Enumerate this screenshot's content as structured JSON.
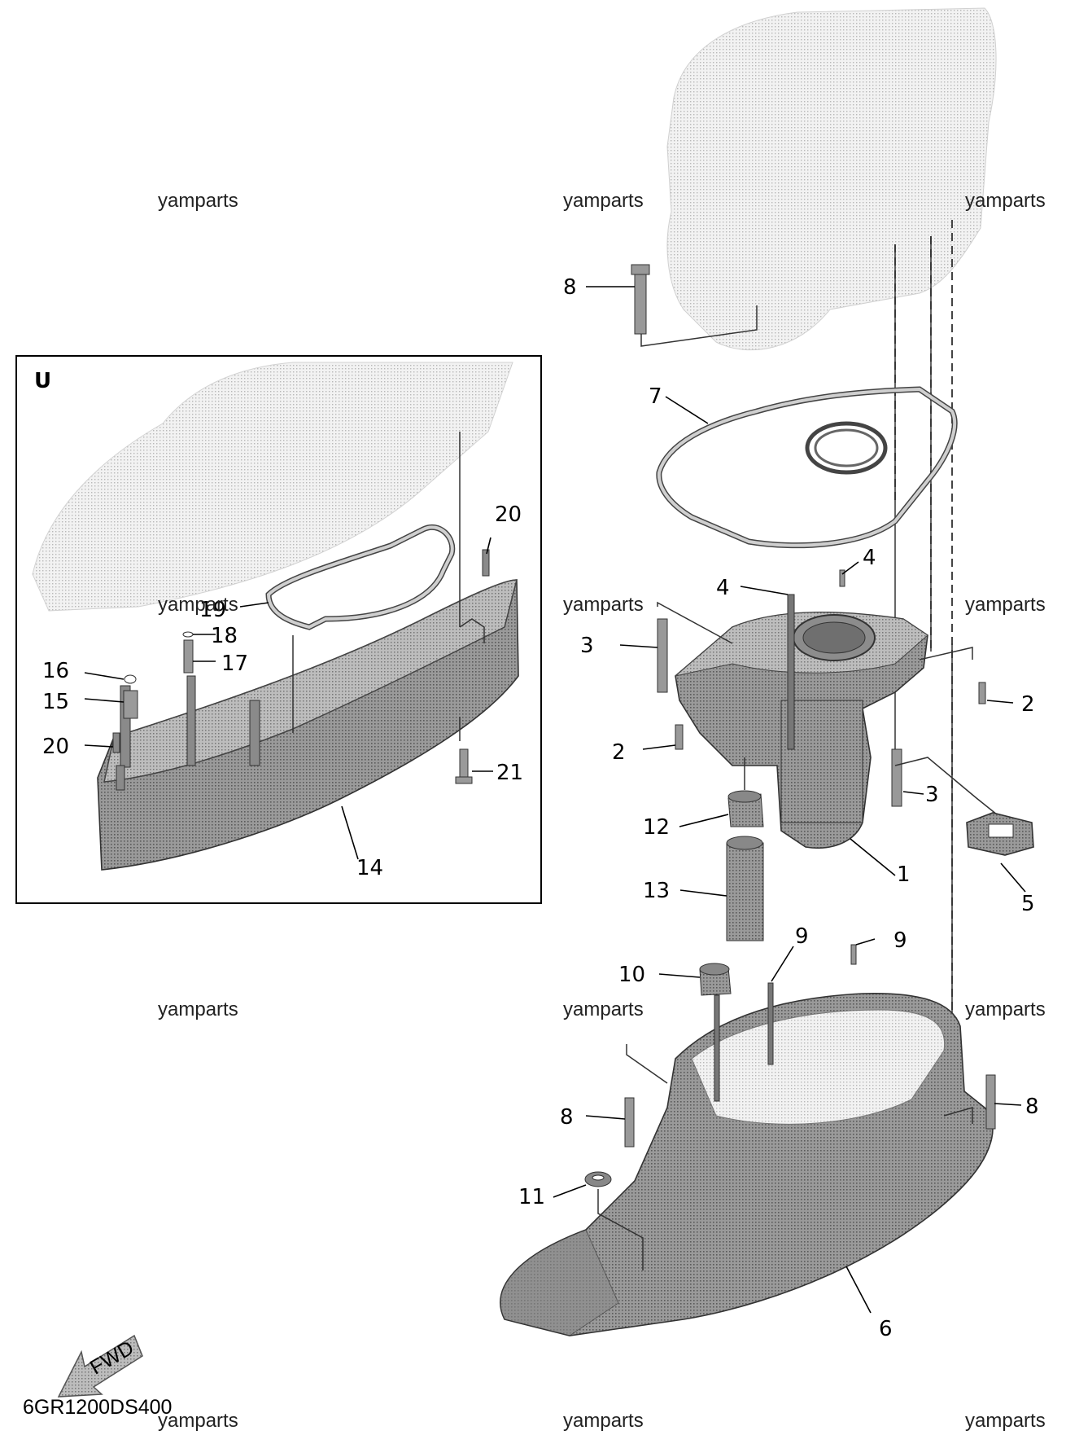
{
  "inset": {
    "label": "U",
    "callouts": [
      "14",
      "15",
      "16",
      "17",
      "18",
      "19",
      "20",
      "20",
      "21"
    ]
  },
  "callouts": {
    "c1": "1",
    "c2a": "2",
    "c2b": "2",
    "c3a": "3",
    "c3b": "3",
    "c4a": "4",
    "c4b": "4",
    "c5": "5",
    "c6": "6",
    "c7": "7",
    "c8a": "8",
    "c8b": "8",
    "c8c": "8",
    "c9a": "9",
    "c9b": "9",
    "c10": "10",
    "c11": "11",
    "c12": "12",
    "c13": "13",
    "c14": "14",
    "c15": "15",
    "c16": "16",
    "c17": "17",
    "c18": "18",
    "c19": "19",
    "c20a": "20",
    "c20b": "20",
    "c21": "21"
  },
  "watermark": "yamparts",
  "fwd_label": "FWD",
  "diagram_code": "6GR1200DS400"
}
